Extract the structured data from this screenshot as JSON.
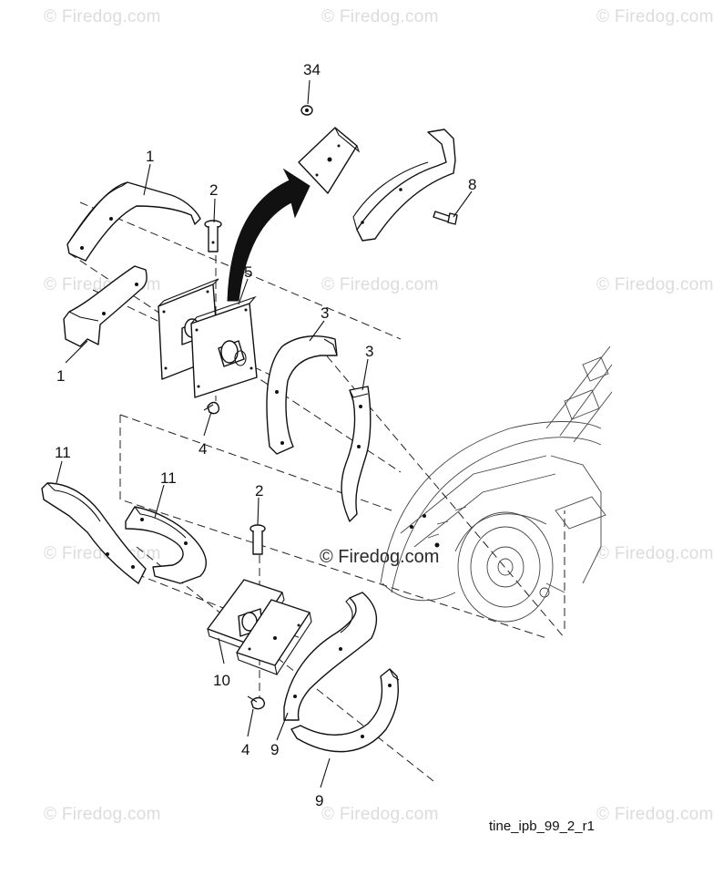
{
  "watermarks": {
    "text": "© Firedog.com",
    "center": "© Firedog.com"
  },
  "figure_id": "tine_ipb_99_2_r1",
  "callouts": {
    "c34": "34",
    "c8": "8",
    "c1a": "1",
    "c1b": "1",
    "c2a": "2",
    "c5": "5",
    "c3a": "3",
    "c3b": "3",
    "c4a": "4",
    "c11a": "11",
    "c11b": "11",
    "c2b": "2",
    "c10": "10",
    "c4b": "4",
    "c9a": "9",
    "c9b": "9"
  }
}
